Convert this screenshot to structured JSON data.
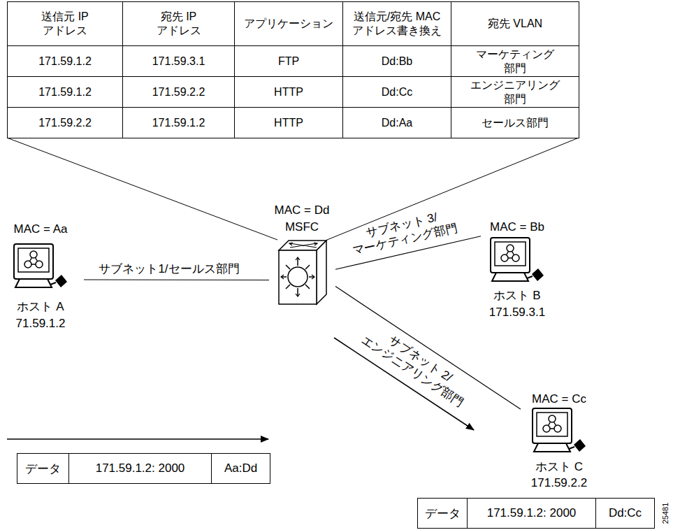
{
  "diagram": {
    "nodes": [
      {
        "text": [
          "MAC = Dd",
          "MSFC"
        ]
      },
      {
        "text": [
          "MAC = Aa",
          "ホスト A",
          "71.59.1.2"
        ]
      },
      {
        "text": [
          "MAC = Bb",
          "ホスト B",
          "171.59.3.1"
        ]
      },
      {
        "text": [
          "MAC = Cc",
          "ホスト C",
          "171.59.2.2"
        ]
      }
    ],
    "edges": [
      {
        "from": 0,
        "to": 1,
        "arrow": "none",
        "label": "サブネット1/セールス部門"
      },
      {
        "from": 0,
        "to": 2,
        "arrow": "none",
        "label": "サブネット 3/ マーケティング部門"
      },
      {
        "from": 0,
        "to": 3,
        "arrow": "none",
        "label": "サブネット 2/ エンジニアリング部門"
      }
    ],
    "labels": [
      "送信元 IP アドレス",
      "宛先 IP アドレス",
      "アプリケーション",
      "送信元/宛先 MAC アドレス書き換え",
      "宛先 VLAN",
      "171.59.1.2",
      "171.59.3.1",
      "FTP",
      "Dd:Bb",
      "マーケティング 部門",
      "171.59.1.2",
      "171.59.2.2",
      "HTTP",
      "Dd:Cc",
      "エンジニアリング 部門",
      "171.59.2.2",
      "171.59.1.2",
      "HTTP",
      "Dd:Aa",
      "セールス部門",
      "データ",
      "171.59.1.2: 2000",
      "Aa:Dd",
      "データ",
      "171.59.1.2: 2000",
      "Dd:Cc",
      "25481"
    ]
  }
}
